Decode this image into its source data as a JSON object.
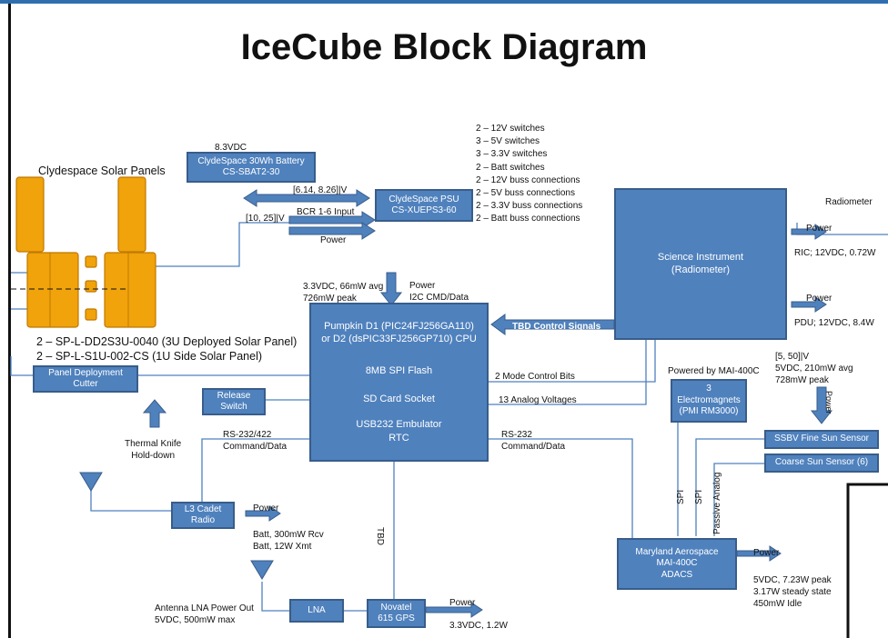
{
  "title": "IceCube Block Diagram",
  "solar_panels_label": "Clydespace Solar Panels",
  "panel_parts": [
    "2 – SP-L-DD2S3U-0040 (3U Deployed Solar Panel)",
    "2 – SP-L-S1U-002-CS (1U Side Solar Panel)"
  ],
  "battery": {
    "voltage": "8.3VDC",
    "lines": [
      "ClydeSpace 30Wh Battery",
      "CS-SBAT2-30"
    ]
  },
  "psu": {
    "lines": [
      "ClydeSpace PSU",
      "CS-XUEPS3-60"
    ]
  },
  "psu_specs": [
    "2 – 12V switches",
    "3 – 5V switches",
    "3 – 3.3V switches",
    "2 – Batt switches",
    "2 – 12V buss connections",
    "2 – 5V buss connections",
    "2 – 3.3V buss connections",
    "2 – Batt buss connections"
  ],
  "links": {
    "batt_psu": "[6.14, 8.26]|V",
    "bcr": "BCR 1-6 Input",
    "solar_v": "[10, 25]|V",
    "power": "Power",
    "cpu_power_left": [
      "3.3VDC, 66mW avg",
      "726mW peak"
    ],
    "cpu_power_right": [
      "Power",
      "I2C CMD/Data"
    ],
    "tbd_control": "TBD Control Signals",
    "mode_bits": "2 Mode Control Bits",
    "analog": "13 Analog Voltages",
    "rs232_422": [
      "RS-232/422",
      "Command/Data"
    ],
    "rs232": [
      "RS-232",
      "Command/Data"
    ],
    "tbd": "TBD",
    "spi1": "SPI",
    "spi2": "SPI",
    "passive_analog": "Passive Analog"
  },
  "cpu": {
    "lines": [
      "Pumpkin D1 (PIC24FJ256GA110)",
      "or D2 (dsPIC33FJ256GP710) CPU",
      "8MB SPI Flash",
      "SD Card Socket",
      "USB232 Embulator",
      "RTC"
    ]
  },
  "science": {
    "lines": [
      "Science Instrument",
      "(Radiometer)"
    ],
    "label": "Radiometer",
    "ric_power": "Power",
    "ric": "RIC; 12VDC, 0.72W",
    "pdu_power": "Power",
    "pdu": "PDU; 12VDC, 8.4W"
  },
  "deployment": {
    "lines": [
      "Panel Deployment",
      "Cutter"
    ]
  },
  "release": {
    "lines": [
      "Release",
      "Switch"
    ]
  },
  "thermal": [
    "Thermal Knife",
    "Hold-down"
  ],
  "radio": {
    "lines": [
      "L3 Cadet",
      "Radio"
    ],
    "power": "Power",
    "specs": [
      "Batt, 300mW Rcv",
      "Batt, 12W Xmt"
    ]
  },
  "lna": {
    "label": "LNA",
    "antenna": [
      "Antenna LNA Power Out",
      "5VDC, 500mW max"
    ]
  },
  "gps": {
    "lines": [
      "Novatel",
      "615 GPS"
    ],
    "power": "Power",
    "spec": "3.3VDC, 1.2W"
  },
  "magnets": {
    "powered_by": "Powered by MAI-400C",
    "lines": [
      "3",
      "Electromagnets",
      "(PMI RM3000)"
    ]
  },
  "sun_fine": {
    "label": "SSBV Fine Sun Sensor",
    "power": "Power",
    "specs": [
      "[5, 50]|V",
      "5VDC, 210mW avg",
      "728mW peak"
    ]
  },
  "sun_coarse": "Coarse Sun Sensor (6)",
  "adacs": {
    "lines": [
      "Maryland Aerospace",
      "MAI-400C",
      "ADACS"
    ],
    "power": "Power",
    "specs": [
      "5VDC, 7.23W peak",
      "3.17W steady state",
      "450mW Idle"
    ]
  },
  "colors": {
    "box": "#4f81bd",
    "border": "#385d8a",
    "panel": "#f0a30a"
  }
}
